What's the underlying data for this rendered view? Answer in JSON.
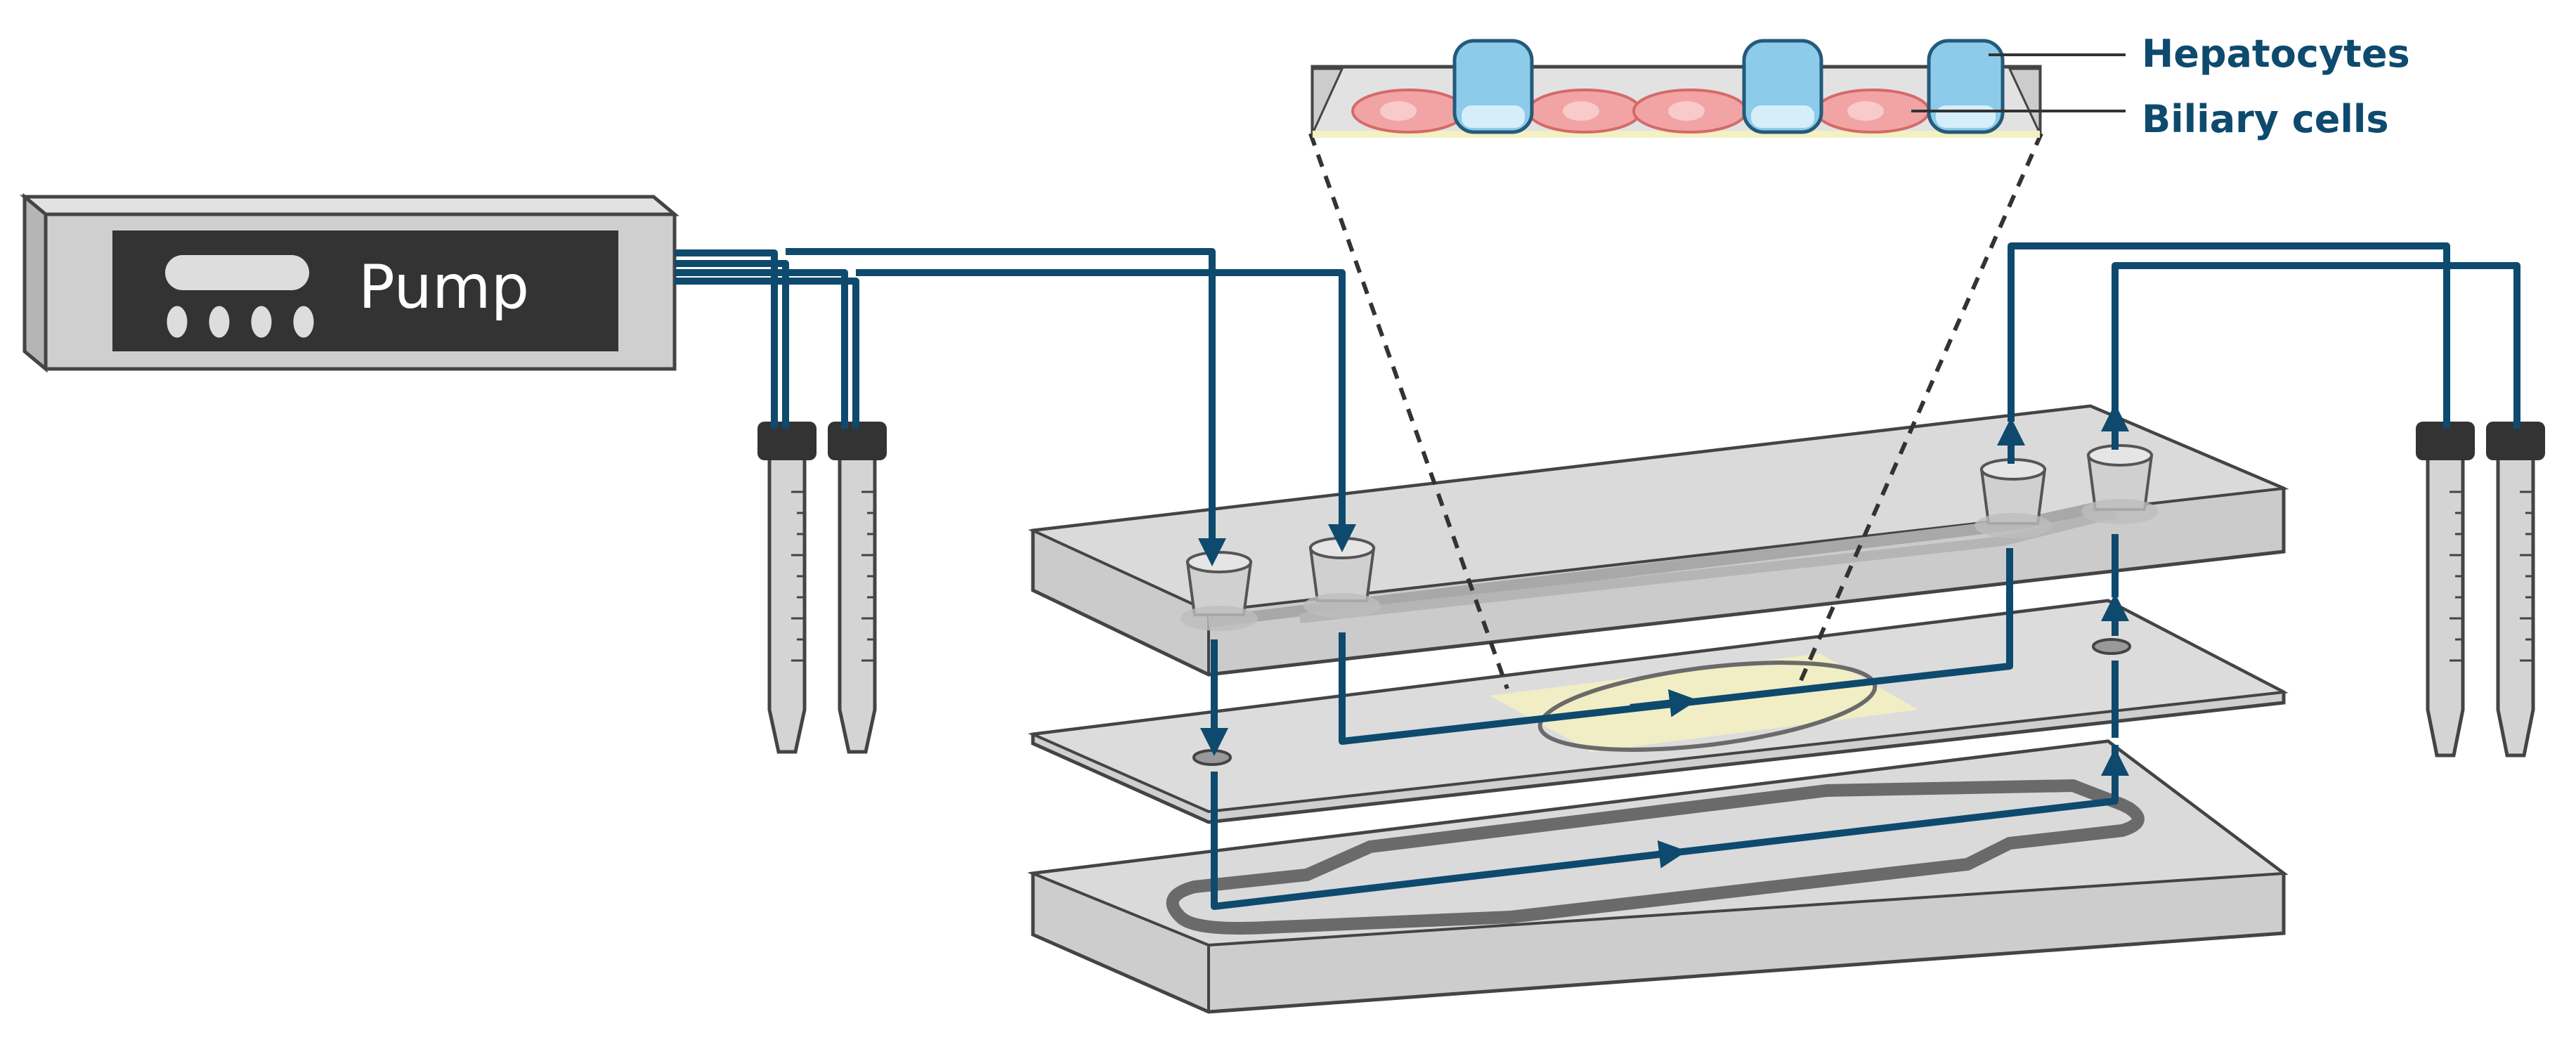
{
  "diagram": {
    "pump_label": "Pump",
    "legend": {
      "hepatocytes": "Hepatocytes",
      "biliary_cells": "Biliary cells"
    }
  },
  "colors": {
    "tubing": "#0e4a6e",
    "label_text": "#0e4a6e",
    "pump_body": "#d0d0d0",
    "pump_panel": "#333333",
    "chip_layer": "#c9c9c9",
    "chip_outline": "#444444",
    "channel": "#6a6a6a",
    "culture_zone": "#f3f0c2",
    "hepatocyte": "#8ccbea",
    "biliary_cell": "#f2a4a4",
    "tube_cap": "#333333",
    "tube_body": "#d4d4d4"
  },
  "icons": [
    "pump-device",
    "centrifuge-tube",
    "flow-arrow",
    "microfluidic-chip-layer",
    "reservoir-well"
  ]
}
